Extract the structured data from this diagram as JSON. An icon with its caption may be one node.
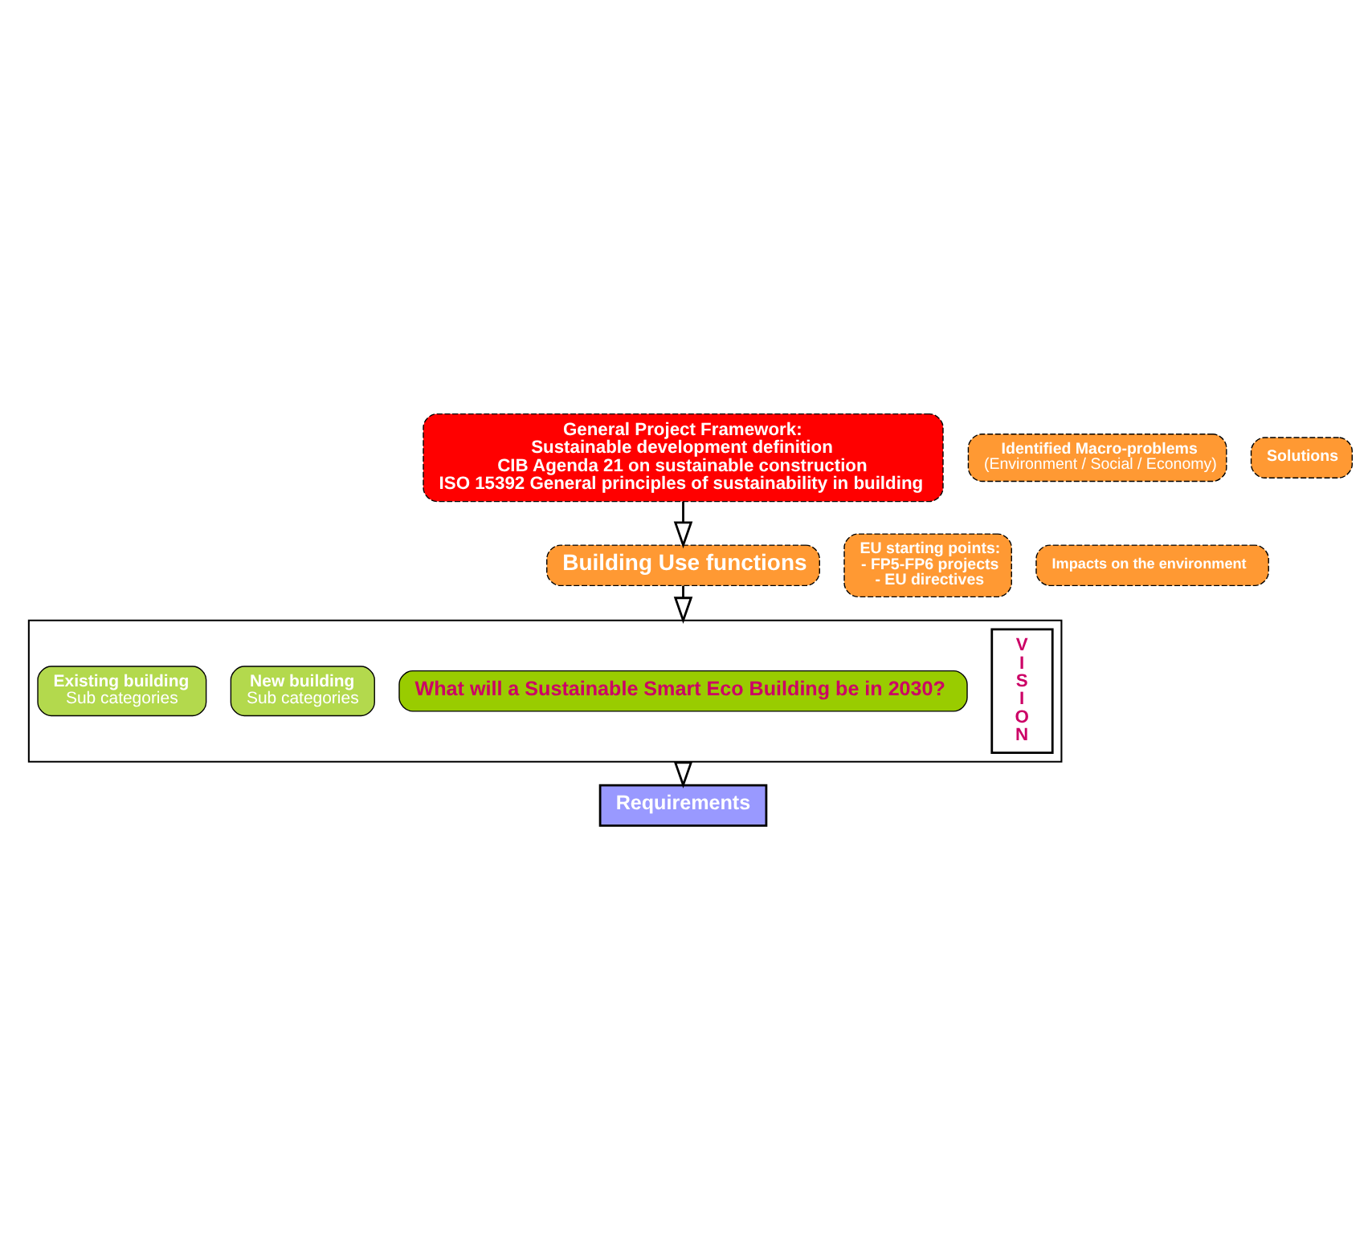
{
  "diagram": {
    "nodes": [
      {
        "text": [
          "General Project Framework:",
          "Sustainable development definition",
          "CIB Agenda 21 on sustainable construction",
          "ISO 15392 General principles of sustainability in building"
        ]
      },
      {
        "text": [
          "Identified Macro-problems",
          "(Environment / Social / Economy)"
        ]
      },
      {
        "text": [
          "EU starting points:",
          "- FP5-FP6 projects",
          "- EU directives"
        ]
      },
      {
        "text": [
          "Building Use functions"
        ]
      },
      {
        "text": [
          "Impacts on the environment"
        ]
      },
      {
        "text": [
          "Solutions"
        ]
      },
      {
        "text": [],
        "shape": "box"
      },
      {
        "text": [
          "VISION"
        ],
        "in": 6
      },
      {
        "text": [
          "What will a Sustainable Smart Eco Building be in 2030?"
        ],
        "in": 6
      },
      {
        "text": [
          "New building",
          "Sub categories"
        ],
        "in": 6
      },
      {
        "text": [
          "Existing building",
          "Sub categories"
        ],
        "in": 6
      },
      {
        "text": [
          "Requirements"
        ]
      }
    ],
    "edges": [
      {
        "from": 0,
        "to": 3,
        "arrow": "to"
      },
      {
        "from": 3,
        "to": 6,
        "arrow": "to"
      },
      {
        "from": 6,
        "to": 11,
        "arrow": "to"
      }
    ]
  }
}
